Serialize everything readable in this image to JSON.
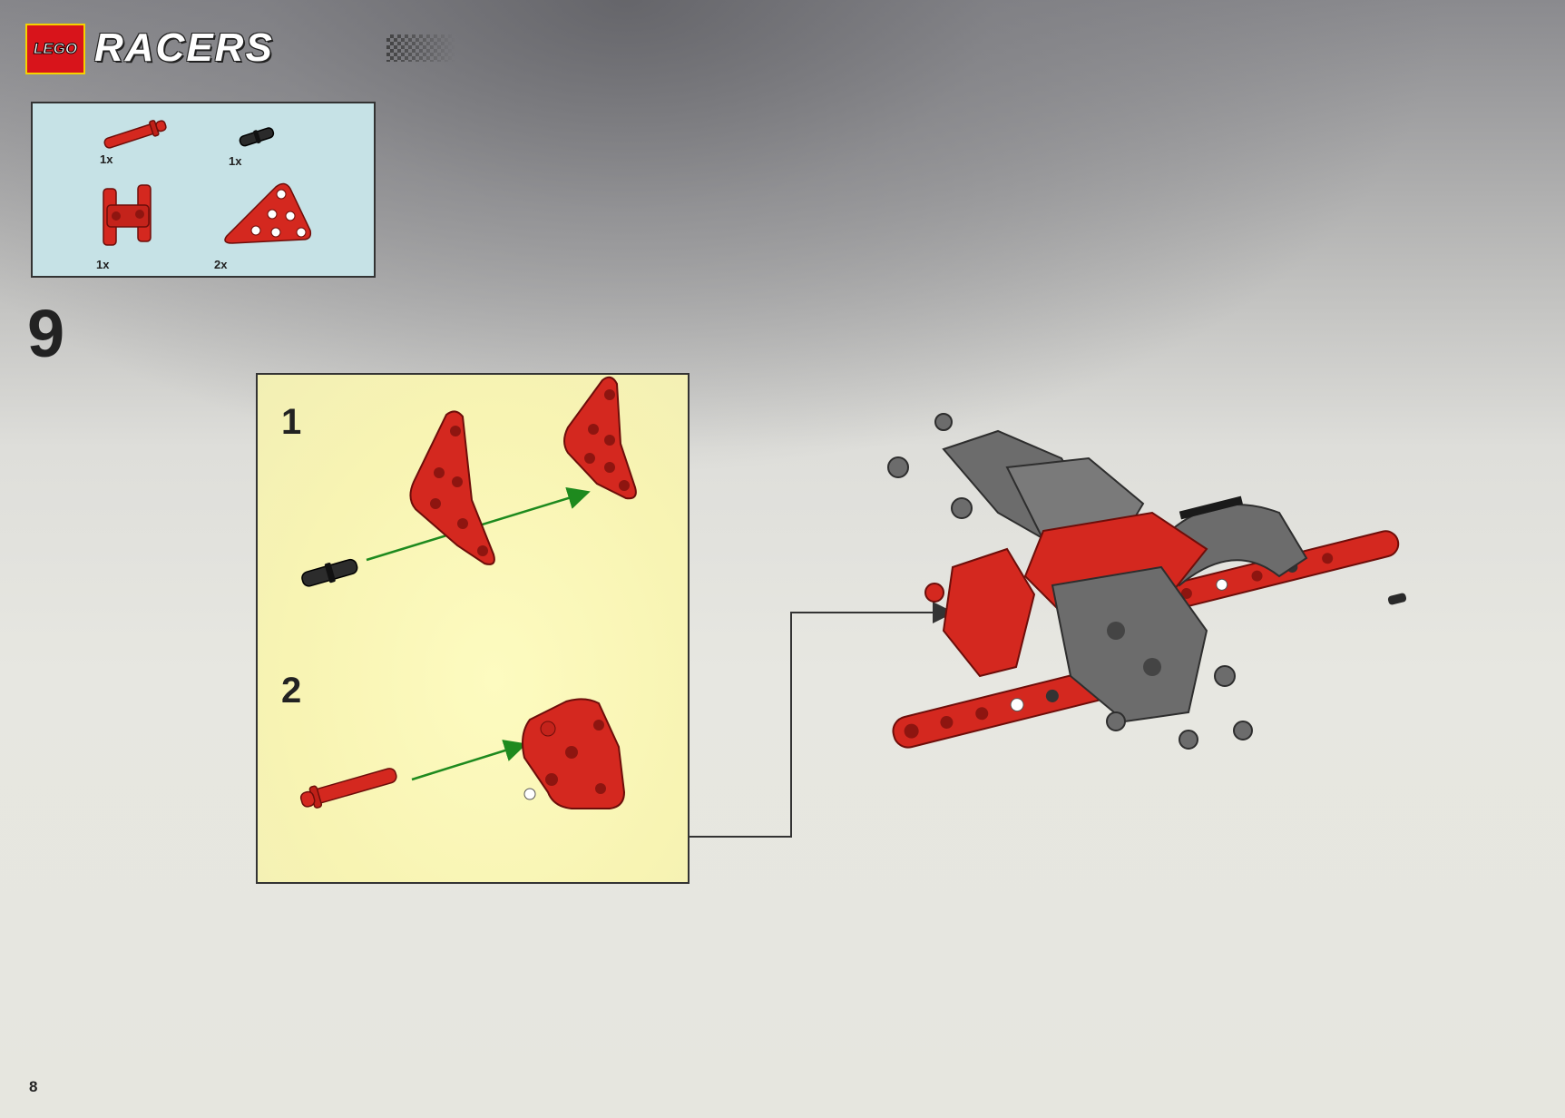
{
  "header": {
    "brand": "LEGO",
    "series": "RACERS"
  },
  "parts_list": [
    {
      "qty": "1x",
      "part": "long-pin"
    },
    {
      "qty": "1x",
      "part": "black-pin"
    },
    {
      "qty": "1x",
      "part": "h-connector"
    },
    {
      "qty": "2x",
      "part": "triangle-beam"
    }
  ],
  "step": {
    "number": "9"
  },
  "substeps": [
    {
      "number": "1"
    },
    {
      "number": "2"
    }
  ],
  "page": {
    "number": "8"
  },
  "colors": {
    "red": "#d4281f",
    "dark_red": "#8e1510",
    "gray": "#6c6c6c",
    "arrow_green": "#1e8a1e",
    "parts_box": "#c6e2e6",
    "panel": "#fbf8b8"
  }
}
